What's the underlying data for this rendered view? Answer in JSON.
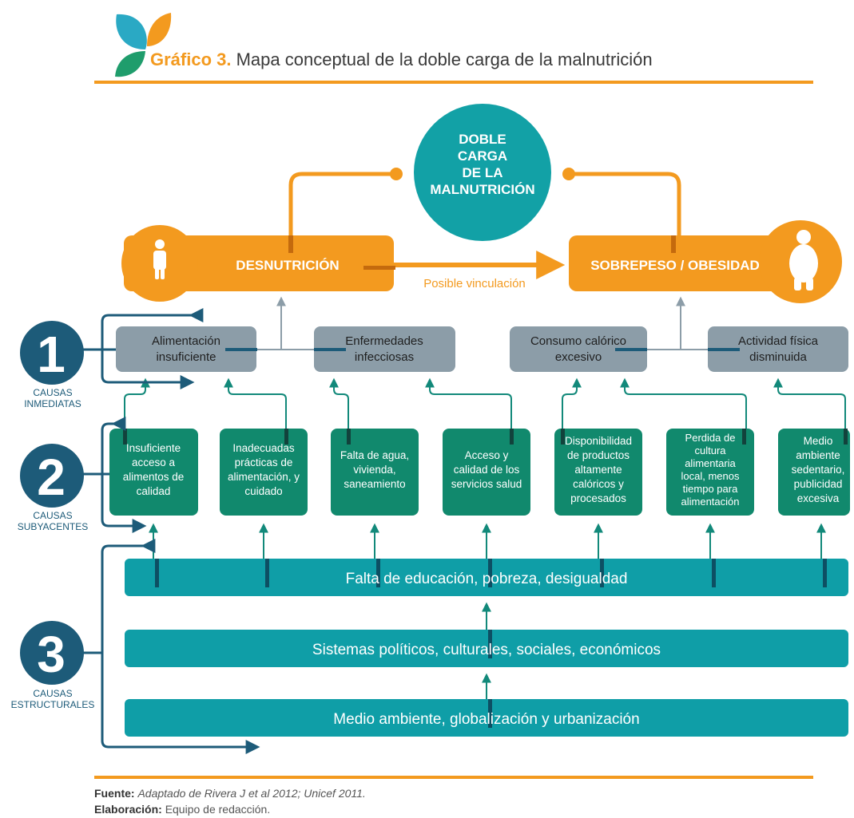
{
  "header": {
    "title_prefix": "Gráfico 3.",
    "title_text": "Mapa conceptual de la doble carga de la malnutrición"
  },
  "center": [
    "DOBLE",
    "CARGA",
    "DE LA",
    "MALNUTRICIÓN"
  ],
  "outcomes": {
    "left": "DESNUTRICIÓN",
    "right": "SOBREPESO / OBESIDAD",
    "link_label": "Posible vinculación"
  },
  "levels": [
    {
      "number": "1",
      "label": [
        "CAUSAS",
        "INMEDIATAS"
      ]
    },
    {
      "number": "2",
      "label": [
        "CAUSAS",
        "SUBYACENTES"
      ]
    },
    {
      "number": "3",
      "label": [
        "CAUSAS",
        "ESTRUCTURALES"
      ]
    }
  ],
  "immediate_causes": [
    [
      "Alimentación",
      "insuficiente"
    ],
    [
      "Enfermedades",
      "infecciosas"
    ],
    [
      "Consumo calórico",
      "excesivo"
    ],
    [
      "Actividad física",
      "disminuida"
    ]
  ],
  "underlying_causes": [
    [
      "Insuficiente",
      "acceso a",
      "alimentos de",
      "calidad"
    ],
    [
      "Inadecuadas",
      "prácticas de",
      "alimentación, y",
      "cuidado"
    ],
    [
      "Falta de agua,",
      "vivienda,",
      "saneamiento"
    ],
    [
      "Acceso y",
      "calidad de los",
      "servicios salud"
    ],
    [
      "Disponibilidad",
      "de productos",
      "altamente",
      "calóricos y",
      "procesados"
    ],
    [
      "Perdida de",
      "cultura",
      "alimentaria",
      "local, menos",
      "tiempo para",
      "alimentación"
    ],
    [
      "Medio",
      "ambiente",
      "sedentario,",
      "publicidad",
      "excesiva"
    ]
  ],
  "structural_causes": [
    "Falta de educación, pobreza, desigualdad",
    "Sistemas políticos, culturales, sociales, económicos",
    "Medio ambiente, globalización y urbanización"
  ],
  "footer": {
    "source_label": "Fuente:",
    "source_text": "Adaptado de Rivera J et al 2012; Unicef 2011.",
    "author_label": "Elaboración:",
    "author_text": "Equipo de redacción."
  },
  "colors": {
    "orange": "#f39a1f",
    "teal_circle": "#12a1a6",
    "dark_blue": "#1d5b79",
    "grey_box": "#8c9da8",
    "green_box": "#11896d",
    "teal_bar": "#0f9ea7",
    "arrow_grey": "#8c9da8"
  }
}
